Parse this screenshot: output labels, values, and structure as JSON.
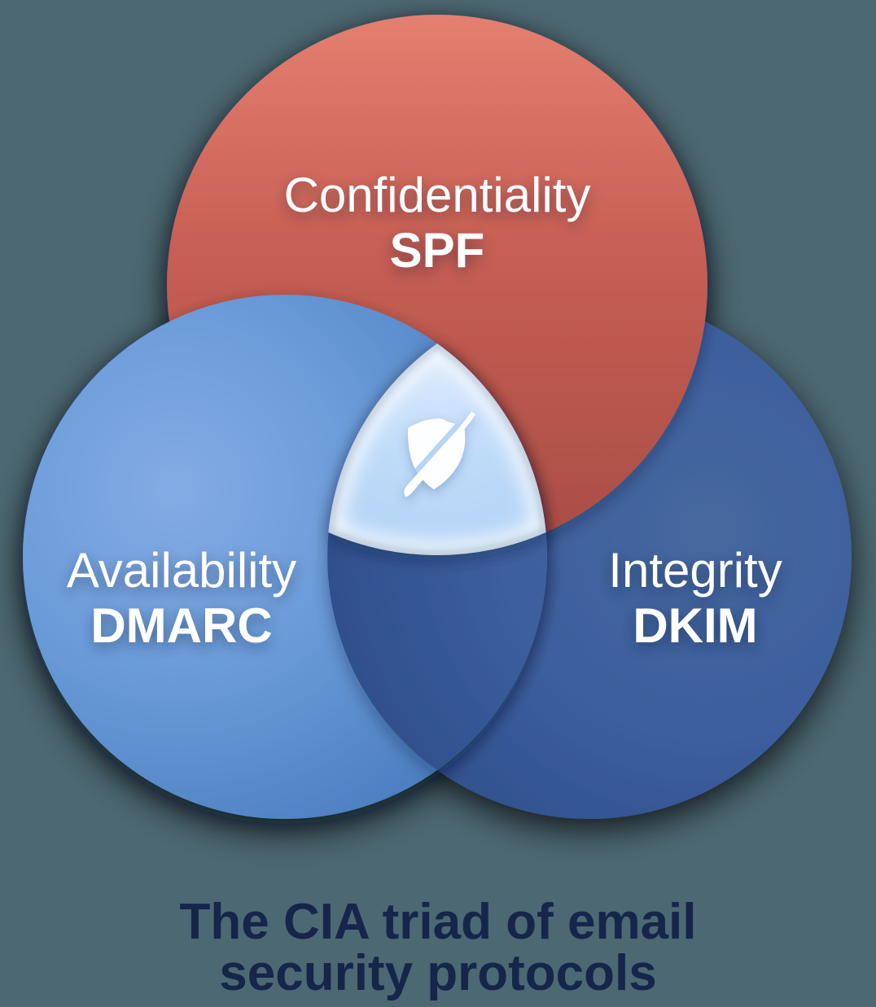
{
  "background_color": "#4c6872",
  "diagram": {
    "type": "venn-3",
    "sets": [
      {
        "name": "Confidentiality",
        "protocol": "SPF",
        "color": "#c05a50",
        "position": "top"
      },
      {
        "name": "Availability",
        "protocol": "DMARC",
        "color": "#6b9cd9",
        "position": "bottom-left"
      },
      {
        "name": "Integrity",
        "protocol": "DKIM",
        "color": "#3a5c9c",
        "position": "bottom-right"
      }
    ],
    "center": {
      "icon": "shield-slash-icon",
      "color": "#b7d7f7"
    }
  },
  "caption": {
    "line1": "The CIA triad of email",
    "line2": "security protocols",
    "color": "#16254a"
  }
}
